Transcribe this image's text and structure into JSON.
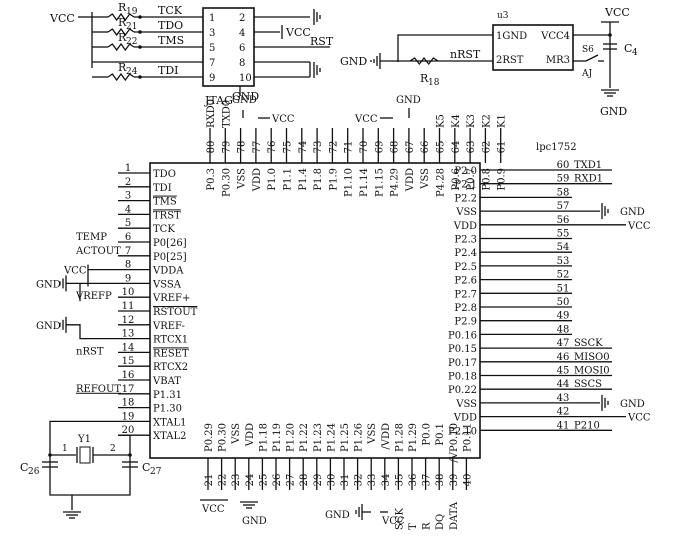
{
  "jtag": {
    "name": "JTAG",
    "pins": [
      {
        "num": "1",
        "sig": "TCK",
        "res": "R19"
      },
      {
        "num": "3",
        "sig": "TDO",
        "res": "R21"
      },
      {
        "num": "5",
        "sig": "TMS",
        "res": "R22"
      },
      {
        "num": "7",
        "sig": "",
        "res": ""
      },
      {
        "num": "9",
        "sig": "TDI",
        "res": "R24"
      }
    ],
    "right_pins": [
      "2",
      "4",
      "6",
      "8",
      "10"
    ],
    "vcc": "VCC",
    "rst": "RST",
    "gnd": "GND"
  },
  "reset": {
    "name": "u3",
    "pins_left": [
      "1GND",
      "2RST"
    ],
    "pins_right": [
      "VCC4",
      "MR3"
    ],
    "net": "nRST",
    "res": "R18",
    "switch": "S6",
    "switch_label": "AJ",
    "cap": "C4",
    "vcc": "VCC",
    "gnd": "GND"
  },
  "mcu": {
    "name": "lpc1752",
    "left_pins": [
      {
        "num": "1",
        "name": "TDO",
        "net": ""
      },
      {
        "num": "2",
        "name": "TDI",
        "net": ""
      },
      {
        "num": "3",
        "name": "TMS",
        "net": ""
      },
      {
        "num": "4",
        "name": "TRST",
        "net": ""
      },
      {
        "num": "5",
        "name": "TCK",
        "net": ""
      },
      {
        "num": "6",
        "name": "P0[26]",
        "net": "TEMP"
      },
      {
        "num": "7",
        "name": "P0[25]",
        "net": "ACTOUT"
      },
      {
        "num": "8",
        "name": "VDDA",
        "net": "VCC"
      },
      {
        "num": "9",
        "name": "VSSA",
        "net": "GND"
      },
      {
        "num": "10",
        "name": "VREF+",
        "net": "VREFP"
      },
      {
        "num": "11",
        "name": "RSTOUT",
        "net": ""
      },
      {
        "num": "12",
        "name": "VREF-",
        "net": "GND"
      },
      {
        "num": "13",
        "name": "RTCX1",
        "net": ""
      },
      {
        "num": "14",
        "name": "RESET",
        "net": "nRST"
      },
      {
        "num": "15",
        "name": "RTCX2",
        "net": ""
      },
      {
        "num": "16",
        "name": "VBAT",
        "net": ""
      },
      {
        "num": "17",
        "name": "P1.31",
        "net": "REFOUT"
      },
      {
        "num": "18",
        "name": "P1.30",
        "net": ""
      },
      {
        "num": "19",
        "name": "XTAL1",
        "net": ""
      },
      {
        "num": "20",
        "name": "XTAL2",
        "net": ""
      }
    ],
    "top_pins": [
      {
        "num": "80",
        "name": "P0.3",
        "net": "RXD0"
      },
      {
        "num": "79",
        "name": "P0.30",
        "net": "TXD0"
      },
      {
        "num": "78",
        "name": "VSS",
        "net": ""
      },
      {
        "num": "77",
        "name": "VDD",
        "net": ""
      },
      {
        "num": "76",
        "name": "P1.0",
        "net": ""
      },
      {
        "num": "75",
        "name": "P1.1",
        "net": ""
      },
      {
        "num": "74",
        "name": "P1.4",
        "net": ""
      },
      {
        "num": "73",
        "name": "P1.8",
        "net": ""
      },
      {
        "num": "72",
        "name": "P1.9",
        "net": ""
      },
      {
        "num": "71",
        "name": "P1.10",
        "net": ""
      },
      {
        "num": "70",
        "name": "P1.14",
        "net": ""
      },
      {
        "num": "69",
        "name": "P1.15",
        "net": ""
      },
      {
        "num": "68",
        "name": "P4.29",
        "net": ""
      },
      {
        "num": "67",
        "name": "VDD",
        "net": ""
      },
      {
        "num": "66",
        "name": "VSS",
        "net": ""
      },
      {
        "num": "65",
        "name": "P4.28",
        "net": "K5"
      },
      {
        "num": "64",
        "name": "P0.6",
        "net": "K4"
      },
      {
        "num": "63",
        "name": "P0.7",
        "net": "K3"
      },
      {
        "num": "62",
        "name": "P0.8",
        "net": "K2"
      },
      {
        "num": "61",
        "name": "P0.9",
        "net": "K1"
      }
    ],
    "right_pins": [
      {
        "num": "60",
        "name": "P2.0",
        "net": "TXD1"
      },
      {
        "num": "59",
        "name": "P2.1",
        "net": "RXD1"
      },
      {
        "num": "58",
        "name": "P2.2",
        "net": ""
      },
      {
        "num": "57",
        "name": "VSS",
        "net": ""
      },
      {
        "num": "56",
        "name": "VDD",
        "net": ""
      },
      {
        "num": "55",
        "name": "P2.3",
        "net": ""
      },
      {
        "num": "54",
        "name": "P2.4",
        "net": ""
      },
      {
        "num": "53",
        "name": "P2.5",
        "net": ""
      },
      {
        "num": "52",
        "name": "P2.6",
        "net": ""
      },
      {
        "num": "51",
        "name": "P2.7",
        "net": ""
      },
      {
        "num": "50",
        "name": "P2.8",
        "net": ""
      },
      {
        "num": "49",
        "name": "P2.9",
        "net": ""
      },
      {
        "num": "48",
        "name": "P0.16",
        "net": ""
      },
      {
        "num": "47",
        "name": "P0.15",
        "net": "SSCK"
      },
      {
        "num": "46",
        "name": "P0.17",
        "net": "MISO0"
      },
      {
        "num": "45",
        "name": "P0.18",
        "net": "MOSI0"
      },
      {
        "num": "44",
        "name": "P0.22",
        "net": "SSCS"
      },
      {
        "num": "43",
        "name": "VSS",
        "net": ""
      },
      {
        "num": "42",
        "name": "VDD",
        "net": ""
      },
      {
        "num": "41",
        "name": "P2.10",
        "net": "P210"
      }
    ],
    "bottom_pins": [
      {
        "num": "21",
        "name": "P0.29",
        "net": "VCC"
      },
      {
        "num": "22",
        "name": "P0.30",
        "net": ""
      },
      {
        "num": "23",
        "name": "VSS",
        "net": "GND"
      },
      {
        "num": "24",
        "name": "VDD",
        "net": ""
      },
      {
        "num": "25",
        "name": "P1.18",
        "net": ""
      },
      {
        "num": "26",
        "name": "P1.19",
        "net": ""
      },
      {
        "num": "27",
        "name": "P1.20",
        "net": ""
      },
      {
        "num": "28",
        "name": "P1.22",
        "net": ""
      },
      {
        "num": "29",
        "name": "P1.23",
        "net": ""
      },
      {
        "num": "30",
        "name": "P1.24",
        "net": ""
      },
      {
        "num": "31",
        "name": "P1.25",
        "net": ""
      },
      {
        "num": "32",
        "name": "P1.26",
        "net": ""
      },
      {
        "num": "33",
        "name": "VSS",
        "net": "GND"
      },
      {
        "num": "34",
        "name": "/VDD",
        "net": "VCC"
      },
      {
        "num": "35",
        "name": "P1.28",
        "net": "SCK"
      },
      {
        "num": "36",
        "name": "P1.29",
        "net": "T"
      },
      {
        "num": "37",
        "name": "P0.0",
        "net": "R"
      },
      {
        "num": "38",
        "name": "P0.1",
        "net": "DQ"
      },
      {
        "num": "39",
        "name": "/VP0.10",
        "net": "DATA"
      },
      {
        "num": "40",
        "name": "P0.11",
        "net": ""
      }
    ]
  },
  "crystal": {
    "name": "Y1",
    "pin1": "1",
    "pin2": "2",
    "cap_left": "C26",
    "cap_right": "C27"
  },
  "labels": {
    "vcc": "VCC",
    "gnd": "GND"
  }
}
